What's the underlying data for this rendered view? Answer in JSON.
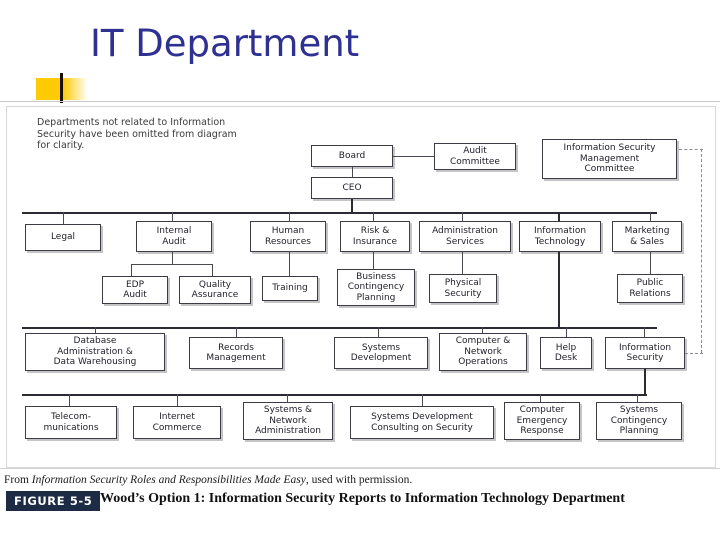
{
  "slide": {
    "title": "IT Department"
  },
  "diagram": {
    "note": "Departments not related to Information Security have been omitted from diagram for clarity.",
    "nodes": {
      "board": "Board",
      "ceo": "CEO",
      "audit_committee": "Audit\nCommittee",
      "ismc": "Information Security\nManagement\nCommittee",
      "legal": "Legal",
      "internal_audit": "Internal\nAudit",
      "human_resources": "Human\nResources",
      "risk_insurance": "Risk &\nInsurance",
      "administration_services": "Administration\nServices",
      "information_technology": "Information\nTechnology",
      "marketing_sales": "Marketing\n& Sales",
      "edp_audit": "EDP\nAudit",
      "quality_assurance": "Quality\nAssurance",
      "training": "Training",
      "business_contingency_planning": "Business\nContingency\nPlanning",
      "physical_security": "Physical\nSecurity",
      "public_relations": "Public\nRelations",
      "database_admin": "Database\nAdministration &\nData Warehousing",
      "records_management": "Records\nManagement",
      "systems_development": "Systems\nDevelopment",
      "computer_network_operations": "Computer &\nNetwork\nOperations",
      "help_desk": "Help\nDesk",
      "information_security": "Information\nSecurity",
      "telecommunications": "Telecom-\nmunications",
      "internet_commerce": "Internet\nCommerce",
      "systems_network_admin": "Systems &\nNetwork\nAdministration",
      "systems_dev_consulting": "Systems Development\nConsulting on Security",
      "computer_emergency_response": "Computer\nEmergency\nResponse",
      "systems_contingency_planning": "Systems\nContingency\nPlanning"
    }
  },
  "caption": {
    "source_prefix": "From ",
    "source_title": "Information Security Roles and Responsibilities Made Easy",
    "source_suffix": ", used with permission.",
    "figure_badge": "FIGURE 5-5",
    "figure_text": "Wood’s Option 1: Information Security Reports to Information Technology Department"
  },
  "colors": {
    "title": "#2f3192",
    "accent": "#ffcb05",
    "badge": "#1d2b44",
    "box_border": "#3c3c46",
    "dashed_line": "#8c8c96"
  }
}
